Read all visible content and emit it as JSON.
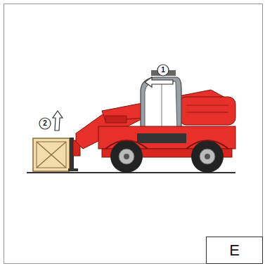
{
  "diagram": {
    "nodes": [
      {
        "text": [
          "E"
        ]
      }
    ],
    "labels": [
      "1",
      "2"
    ]
  }
}
